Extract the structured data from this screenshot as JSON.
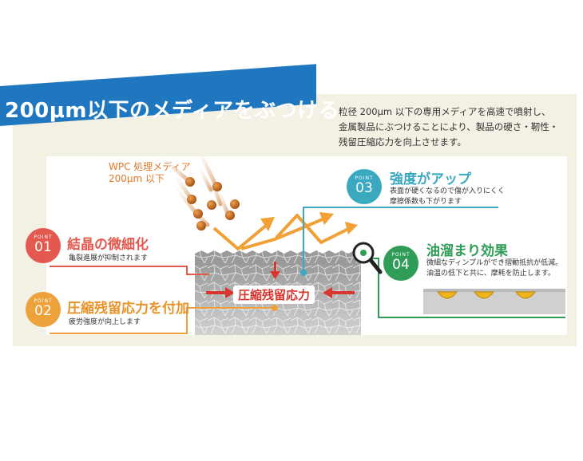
{
  "banner": {
    "title": "200μm以下のメディアをぶつける"
  },
  "intro": {
    "lines": [
      "粒径 200μm 以下の専用メディアを高速で噴射し、",
      "金属製品にぶつけることにより、製品の硬さ・靭性・",
      "残留圧縮応力を向上させます。"
    ]
  },
  "media": {
    "line1": "WPC 処理メディア",
    "line2": "200μm 以下"
  },
  "center_label": "圧縮残留応力",
  "points": [
    {
      "tag": "POINT",
      "number": "01",
      "title": "結晶の微細化",
      "desc": "亀裂進展が抑制されます",
      "color": "#e3584f"
    },
    {
      "tag": "POINT",
      "number": "02",
      "title": "圧縮残留応力を付加",
      "desc": "疲労強度が向上します",
      "color": "#eea23c"
    },
    {
      "tag": "POINT",
      "number": "03",
      "title": "強度がアップ",
      "desc1": "表面が硬くなるので傷が入りにくく",
      "desc2": "摩擦係数も下がります",
      "color": "#3aa9c0"
    },
    {
      "tag": "POINT",
      "number": "04",
      "title": "油溜まり効果",
      "desc1": "微細なディンプルができ摺動抵抗が低減。",
      "desc2": "油温の低下と共に、摩耗を防止します。",
      "color": "#2f9d57"
    }
  ],
  "colors": {
    "banner": "#1f78bf",
    "panel": "#f3f0e4",
    "arrow": "#f0a035",
    "media": "#c96a1c"
  }
}
